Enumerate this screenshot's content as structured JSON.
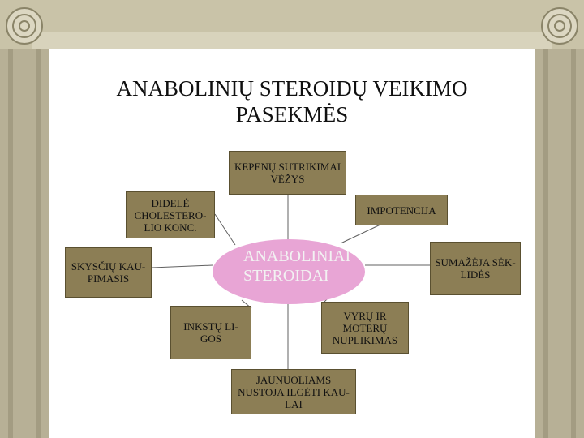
{
  "title": {
    "line1": "ANABOLINIŲ STEROIDŲ VEIKIMO",
    "line2": "PASEKMĖS"
  },
  "center": "ANABOLINIAI\nSTEROIDAI",
  "effects": {
    "liver": "KEPENŲ SUTRIKIMAI\nVĖŽYS",
    "impotence": "IMPOTENCIJA",
    "cholesterol": "DIDELĖ\nCHOLESTERO-\nLIO KONC.",
    "fluid": "SKYSČIŲ KAU-\nPIMASIS",
    "sperm": "SUMAŽĖJA SĖK-\nLIDĖS",
    "kidney": "INKSTŲ LI-\nGOS",
    "baldness": "VYRŲ IR\nMOTERŲ\nNUPLIKIMAS",
    "youth": "JAUNUOLIAMS\nNUSTOJA ILGĖTI KAU-\nLAI"
  },
  "colors": {
    "frame": "#9c9378",
    "box": "#8c7e55",
    "hub": "#e8a5d5",
    "line": "#606060"
  }
}
